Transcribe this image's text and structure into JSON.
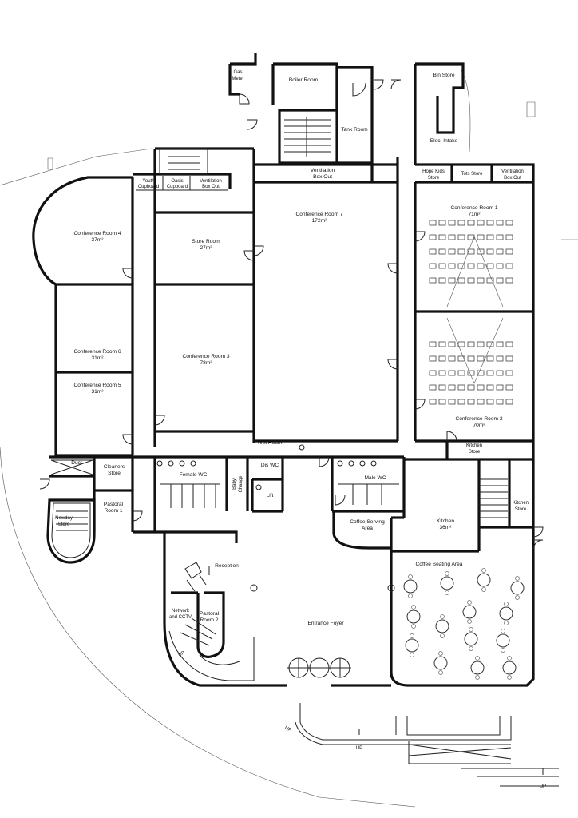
{
  "rooms": {
    "gas_meter": [
      "Gas",
      "Meter"
    ],
    "boiler_room": [
      "Boiler Room"
    ],
    "tank_room": [
      "Tank Room"
    ],
    "bin_store": [
      "Bin Store"
    ],
    "elec_intake": [
      "Elec. Intake"
    ],
    "ventilation_top": [
      "Ventilation",
      "Box Out"
    ],
    "hope_kids": [
      "Hope Kids",
      "Store"
    ],
    "tots_store": [
      "Tots Store"
    ],
    "ventilation_right": [
      "Ventilation",
      "Box Out"
    ],
    "youth_cupboard": [
      "Youth",
      "Cupboard"
    ],
    "oasis_cupboard": [
      "Oasis",
      "Cupboard"
    ],
    "ventilation_left": [
      "Ventilation",
      "Box Out"
    ],
    "conf4": [
      "Conference Room 4",
      "37m²"
    ],
    "store_room": [
      "Store Room",
      "27m²"
    ],
    "conf7": [
      "Conference Room 7",
      "172m²"
    ],
    "conf1": [
      "Conference Room 1",
      "71m²"
    ],
    "conf6": [
      "Conference Room 6",
      "31m²"
    ],
    "conf3": [
      "Conference Room 3",
      "78m²"
    ],
    "conf5": [
      "Conference Room 5",
      "31m²"
    ],
    "conf2": [
      "Conference Room 2",
      "70m²"
    ],
    "wet_room": [
      "Wet Room"
    ],
    "kitchen_store_top": [
      "Kitchen",
      "Store"
    ],
    "duct": [
      "Duct"
    ],
    "cleaners_store": [
      "Cleaners",
      "Store"
    ],
    "female_wc": [
      "Female WC"
    ],
    "baby_change": [
      "Baby",
      "Change"
    ],
    "dis_wc": [
      "Dis WC"
    ],
    "lift": [
      "Lift"
    ],
    "male_wc": [
      "Male WC"
    ],
    "kitchen_store_right": [
      "Kitchen",
      "Store"
    ],
    "newday_store": [
      "Newday",
      "Store"
    ],
    "pastoral1": [
      "Pastoral",
      "Room 1"
    ],
    "coffee_serving": [
      "Coffee Serving",
      "Area"
    ],
    "kitchen": [
      "Kitchen",
      "36m²"
    ],
    "coffee_seating": [
      "Coffee Seating Area"
    ],
    "reception": [
      "Reception"
    ],
    "network_cctv": [
      "Network",
      "and CCTV"
    ],
    "pastoral2": [
      "Pastoral",
      "Room 2"
    ],
    "entrance_foyer": [
      "Entrance Foyer"
    ]
  },
  "markers": {
    "up_stair": "UP",
    "up_ramp_left": "UP",
    "up_ramp_mid": "UP",
    "up_ramp_right": "UP"
  }
}
